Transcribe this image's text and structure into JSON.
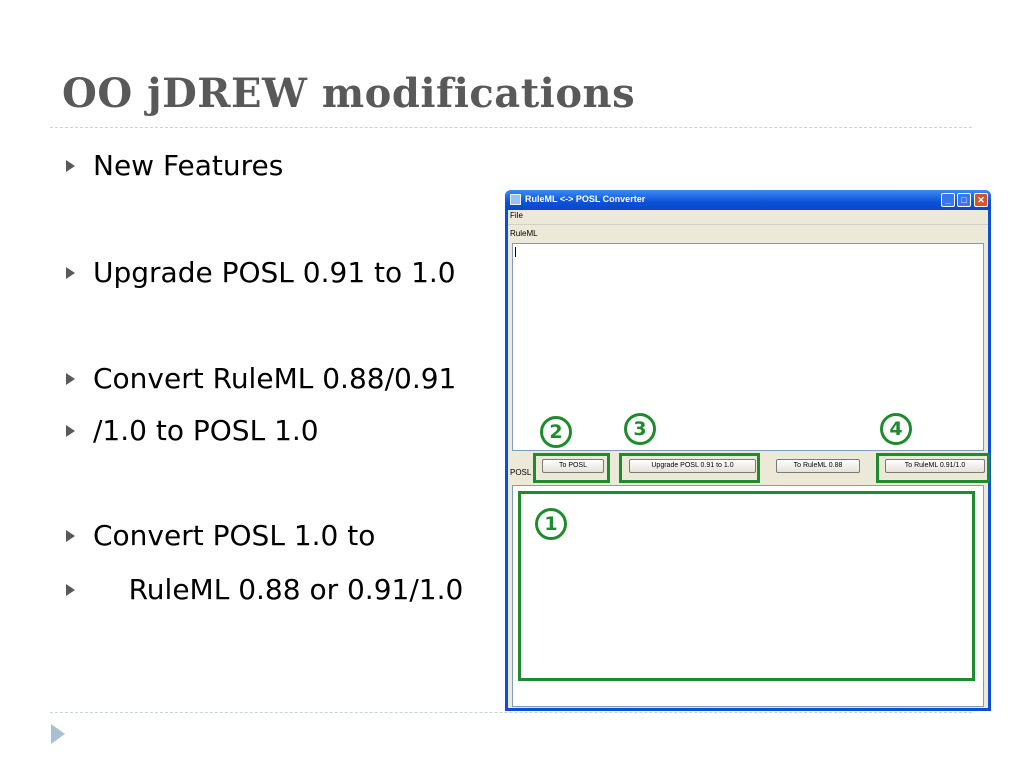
{
  "slide": {
    "title": "OO jDREW modifications",
    "bullets": [
      "New Features",
      "Upgrade POSL 0.91 to 1.0",
      "Convert RuleML 0.88/0.91",
      "/1.0 to POSL 1.0",
      "Convert POSL 1.0 to",
      "    RuleML 0.88 or 0.91/1.0"
    ]
  },
  "window": {
    "title": "RuleML <-> POSL Converter",
    "menu": {
      "file": "File"
    },
    "ruleml_label": "RuleML",
    "posl_label": "POSL",
    "buttons": {
      "to_posl": "To POSL",
      "upgrade_posl": "Upgrade POSL 0.91 to 1.0",
      "to_ruleml_088": "To RuleML 0.88",
      "to_ruleml_091": "To RuleML 0.91/1.0"
    },
    "controls": {
      "minimize": "_",
      "maximize": "□",
      "close": "✕"
    }
  },
  "annotations": {
    "one": "1",
    "two": "2",
    "three": "3",
    "four": "4",
    "color": "#1e8c2e"
  },
  "colors": {
    "title_text": "#595959",
    "titlebar_blue": "#0a52d8",
    "close_red": "#d9522e"
  },
  "icons": [
    "bullet-arrow-icon",
    "app-icon",
    "minimize-icon",
    "maximize-icon",
    "close-icon"
  ]
}
